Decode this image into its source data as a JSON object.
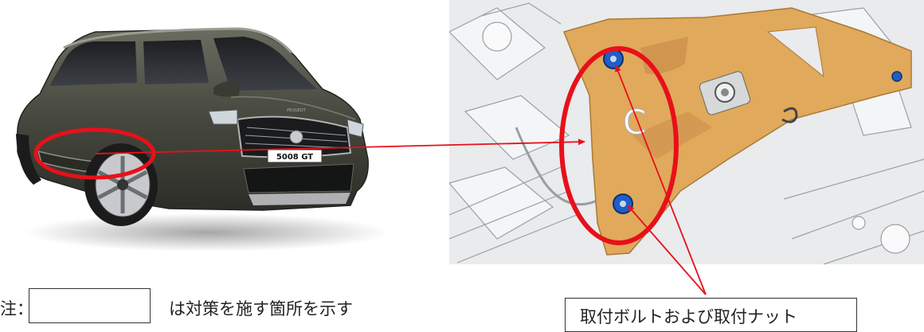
{
  "car": {
    "plate": "5008 GT",
    "badge": "PEUGEOT"
  },
  "legend": {
    "prefix": "注：",
    "text": "は対策を施す箇所を示す"
  },
  "callout": {
    "text": "取付ボルトおよび取付ナット"
  },
  "colors": {
    "highlight_red": "#e8101a",
    "bracket_orange": "#e0a95b",
    "fastener_blue": "#1e5fc8",
    "car_body": "#4a4c42"
  }
}
